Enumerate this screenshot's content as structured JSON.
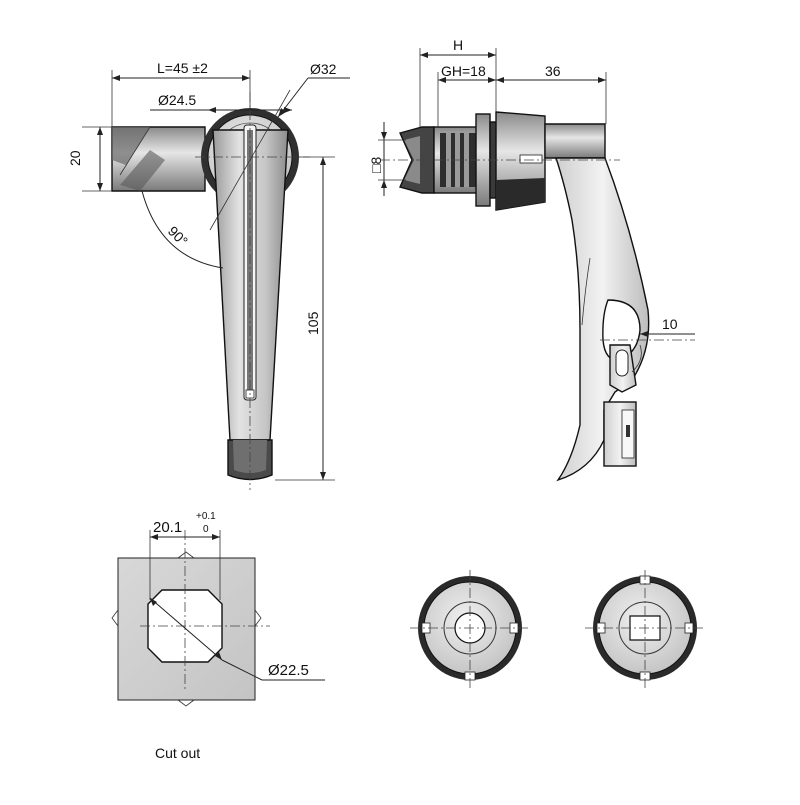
{
  "labels": {
    "length": "L=45 ±2",
    "dia32": "Ø32",
    "dia24_5": "Ø24.5",
    "height20": "20",
    "angle90": "90°",
    "length105": "105",
    "dim_h": "H",
    "dim_gh": "GH=18",
    "dim36": "36",
    "square8": "□8",
    "dim10": "10",
    "cutout_width": "20.1",
    "tol_plus": "+0.1",
    "tol_zero": "0",
    "dia22_5": "Ø22.5",
    "cutout_caption": "Cut out"
  },
  "colors": {
    "body_light": "#d6d6d6",
    "body_mid": "#a8a8a8",
    "body_dark": "#3a3a3a",
    "line": "#111111"
  }
}
